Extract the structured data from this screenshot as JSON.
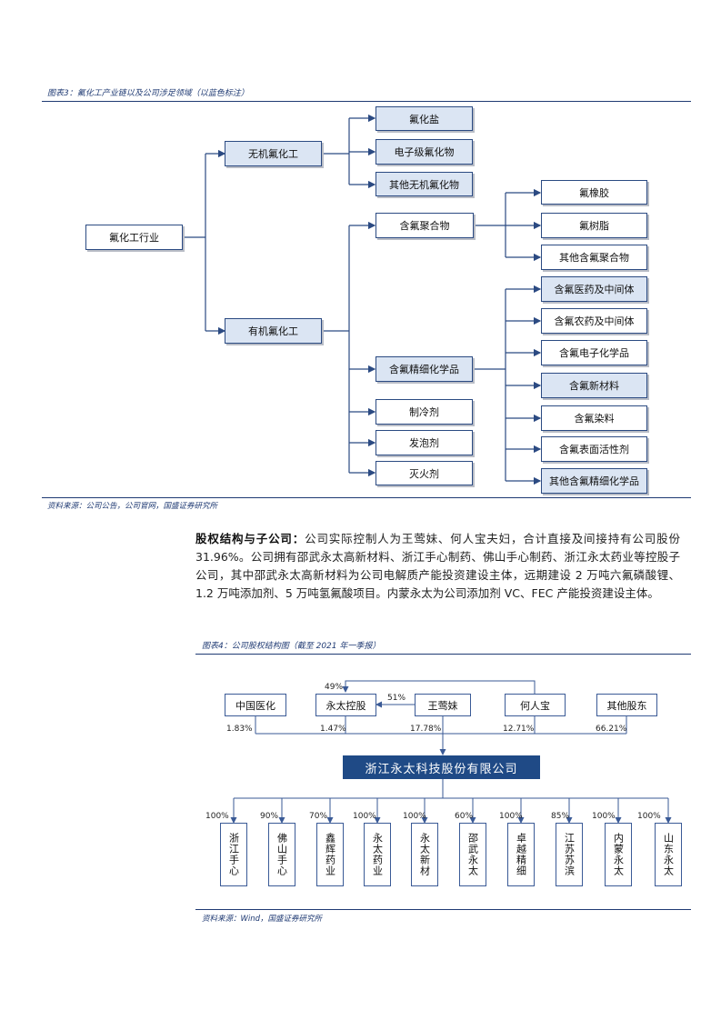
{
  "figure3": {
    "caption": "图表3：氟化工产业链以及公司涉足领域（以蓝色标注）",
    "root": "氟化工行业",
    "inorganic": {
      "label": "无机氟化工",
      "children": [
        "氟化盐",
        "电子级氟化物",
        "其他无机氟化物"
      ]
    },
    "organic": {
      "label": "有机氟化工",
      "polymer": {
        "label": "含氟聚合物",
        "children": [
          "氟橡胶",
          "氟树脂",
          "其他含氟聚合物"
        ]
      },
      "fine": {
        "label": "含氟精细化学品",
        "children": [
          "含氟医药及中间体",
          "含氟农药及中间体",
          "含氟电子化学品",
          "含氟新材料",
          "含氟染料",
          "含氟表面活性剂",
          "其他含氟精细化学品"
        ]
      },
      "others": [
        "制冷剂",
        "发泡剂",
        "灭火剂"
      ]
    },
    "highlight_color": "#dbe5f3",
    "source": "资料来源：公司公告，公司官网，国盛证券研究所"
  },
  "paragraph": {
    "lead": "股权结构与子公司：",
    "body": "公司实际控制人为王莺妹、何人宝夫妇，合计直接及间接持有公司股份31.96%。公司拥有邵武永太高新材料、浙江手心制药、佛山手心制药、浙江永太药业等控股子公司，其中邵武永太高新材料为公司电解质产能投资建设主体，远期建设 2 万吨六氟磷酸锂、1.2 万吨添加剂、5 万吨氢氟酸项目。内蒙永太为公司添加剂 VC、FEC 产能投资建设主体。"
  },
  "figure4": {
    "caption": "图表4：公司股权结构图（截至 2021 年一季报）",
    "shareholders": [
      {
        "name": "中国医化",
        "pct": "1.83%"
      },
      {
        "name": "永太控股",
        "pct": "1.47%"
      },
      {
        "name": "王莺妹",
        "pct": "17.78%"
      },
      {
        "name": "何人宝",
        "pct": "12.71%"
      },
      {
        "name": "其他股东",
        "pct": "66.21%"
      }
    ],
    "cross_holding": {
      "top": "49%",
      "middle": "51%"
    },
    "company": "浙江永太科技股份有限公司",
    "subsidiaries": [
      {
        "name": "浙江手心",
        "pct": "100%"
      },
      {
        "name": "佛山手心",
        "pct": "90%"
      },
      {
        "name": "鑫辉药业",
        "pct": "70%"
      },
      {
        "name": "永太药业",
        "pct": "100%"
      },
      {
        "name": "永太新材",
        "pct": "100%"
      },
      {
        "name": "邵武永太",
        "pct": "60%"
      },
      {
        "name": "卓越精细",
        "pct": "100%"
      },
      {
        "name": "江苏苏滨",
        "pct": "85%"
      },
      {
        "name": "内蒙永太",
        "pct": "100%"
      },
      {
        "name": "山东永太",
        "pct": "100%"
      }
    ],
    "source": "资料来源：Wind，国盛证券研究所"
  },
  "colors": {
    "brand": "#1f3a73",
    "company_fill": "#1f4a86"
  }
}
